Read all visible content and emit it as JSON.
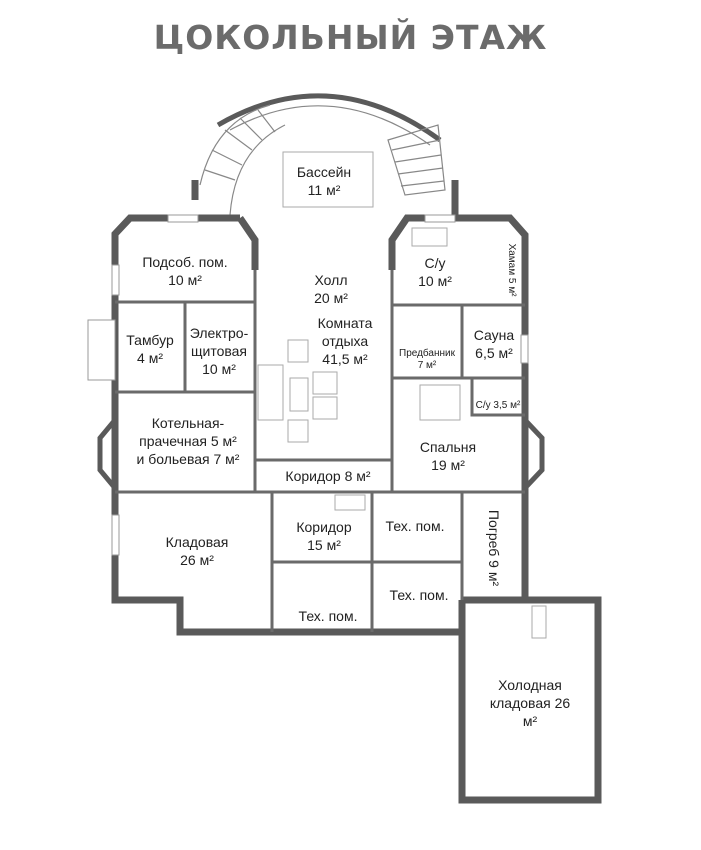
{
  "title": "ЦОКОЛЬНЫЙ ЭТАЖ",
  "rooms": [
    {
      "name": "Бассейн",
      "area": "11 м²"
    },
    {
      "name": "Подсоб. пом.",
      "area": "10 м²"
    },
    {
      "name": "Холл",
      "area": "20 м²"
    },
    {
      "name": "С/у",
      "area": "10 м²"
    },
    {
      "name": "Хамам 5 м²"
    },
    {
      "name": "Тамбур",
      "area": "4 м²"
    },
    {
      "name": "Электро-",
      "name2": "щитовая",
      "area": "10 м²"
    },
    {
      "name": "Комната",
      "name2": "отдыха",
      "area": "41,5 м²"
    },
    {
      "name": "Предбанник",
      "area": "7 м²"
    },
    {
      "name": "Сауна",
      "area": "6,5 м²"
    },
    {
      "name": "С/у 3,5 м²"
    },
    {
      "name": "Котельная-",
      "name2": "прачечная 5 м²",
      "name3": "и больевая 7  м²"
    },
    {
      "name": "Спальня",
      "area": "19 м²"
    },
    {
      "name": "Коридор 8 м²"
    },
    {
      "name": "Кладовая",
      "area": "26 м²"
    },
    {
      "name": "Коридор",
      "area": "15 м²"
    },
    {
      "name": "Тех. пом."
    },
    {
      "name": "Погреб 9 м²"
    },
    {
      "name": "Тех. пом."
    },
    {
      "name": "Тех. пом."
    },
    {
      "name": "Холодная",
      "name2": "кладовая 26",
      "name3": "м²"
    }
  ]
}
